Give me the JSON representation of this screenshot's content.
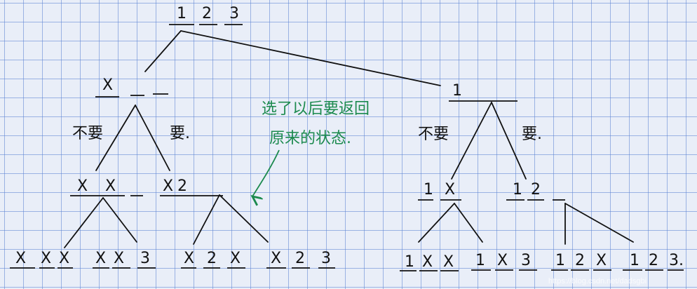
{
  "root": {
    "items": [
      "1",
      "2",
      "3"
    ]
  },
  "left_level1": {
    "items": [
      "X",
      "_",
      "_"
    ]
  },
  "right_level1": {
    "items": [
      "1"
    ]
  },
  "branch_labels": {
    "skip": "不要",
    "take": "要."
  },
  "left_level2": {
    "a": [
      "X",
      "X",
      "_"
    ],
    "b": [
      "X",
      "2",
      "_"
    ]
  },
  "right_level2": {
    "a": [
      "1",
      "X"
    ],
    "b": [
      "1",
      "2",
      "_"
    ]
  },
  "leaves": [
    [
      "X",
      "X",
      "X"
    ],
    [
      "X",
      "X",
      "3"
    ],
    [
      "X",
      "2",
      "X"
    ],
    [
      "X",
      "2",
      "3"
    ],
    [
      "1",
      "X",
      "X"
    ],
    [
      "1",
      "X",
      "3"
    ],
    [
      "1",
      "2",
      "X"
    ],
    [
      "1",
      "2",
      "3."
    ]
  ],
  "annotation": {
    "line1": "选了以后要返回",
    "line2": "原来的状态."
  },
  "watermark": "https://blog.csdn.net/dadsgbi"
}
